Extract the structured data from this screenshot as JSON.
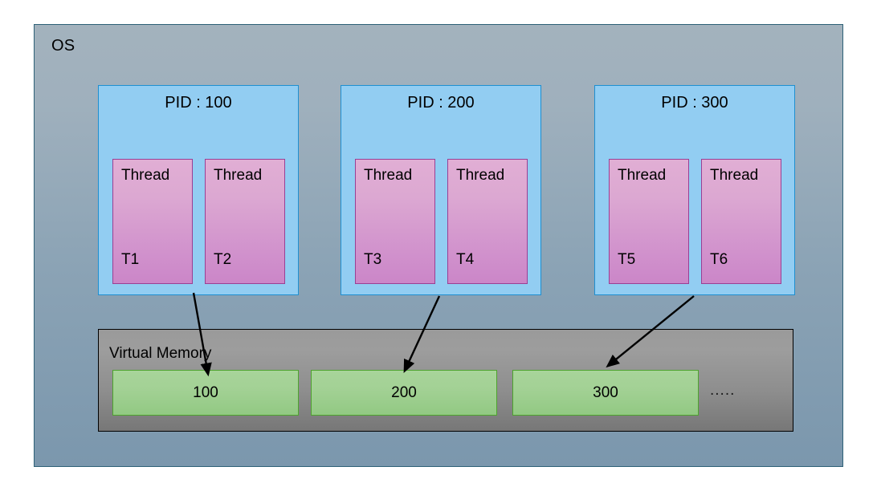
{
  "diagram": {
    "os_label": "OS",
    "virtual_memory_label": "Virtual Memory",
    "ellipsis": ".....",
    "colors": {
      "os_background_top": "#a3b2bd",
      "os_background_bottom": "#7b97ad",
      "os_border": "#2e6177",
      "process_fill": "#92cdf2",
      "process_border": "#1f8fd0",
      "thread_fill_top": "#e1aed4",
      "thread_fill_bottom": "#cb86c8",
      "thread_border": "#9b3f93",
      "memory_container_fill": "#9a9a9a",
      "memory_container_border": "#000000",
      "memory_block_fill": "#a8d49a",
      "memory_block_border": "#4ea32e",
      "arrow": "#000000",
      "text": "#000000"
    },
    "processes": [
      {
        "title": "PID : 100",
        "threads": [
          {
            "label": "Thread",
            "id": "T1"
          },
          {
            "label": "Thread",
            "id": "T2"
          }
        ]
      },
      {
        "title": "PID : 200",
        "threads": [
          {
            "label": "Thread",
            "id": "T3"
          },
          {
            "label": "Thread",
            "id": "T4"
          }
        ]
      },
      {
        "title": "PID : 300",
        "threads": [
          {
            "label": "Thread",
            "id": "T5"
          },
          {
            "label": "Thread",
            "id": "T6"
          }
        ]
      }
    ],
    "memory_blocks": [
      {
        "label": "100"
      },
      {
        "label": "200"
      },
      {
        "label": "300"
      }
    ]
  }
}
